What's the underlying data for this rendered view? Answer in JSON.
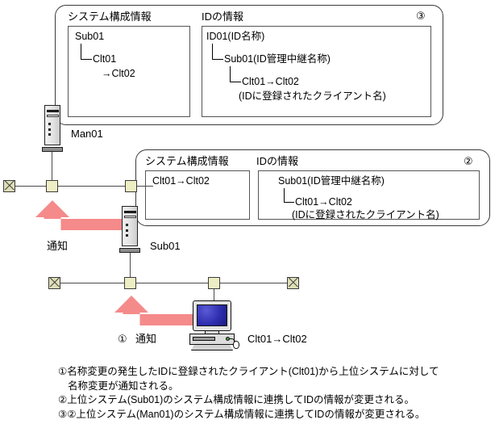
{
  "panels": [
    {
      "id": "panel-3",
      "number": "③",
      "columns": [
        {
          "title": "システム構成情報",
          "lines": [
            "Sub01",
            "Clt01",
            "→Clt02"
          ]
        },
        {
          "title": "IDの情報",
          "lines": [
            "ID01(ID名称)",
            "Sub01(ID管理中継名称)",
            "Clt01→Clt02",
            "(IDに登録されたクライアント名)"
          ]
        }
      ]
    },
    {
      "id": "panel-2",
      "number": "②",
      "columns": [
        {
          "title": "システム構成情報",
          "lines": [
            "Clt01→Clt02"
          ]
        },
        {
          "title": "IDの情報",
          "lines": [
            "Sub01(ID管理中継名称)",
            "Clt01→Clt02",
            "(IDに登録されたクライアント名)"
          ]
        }
      ]
    }
  ],
  "network": {
    "devices": [
      {
        "name": "Man01",
        "type": "tower-server-icon"
      },
      {
        "name": "Sub01",
        "type": "tower-server-icon"
      },
      {
        "name": "Clt01→Clt02",
        "type": "desktop-pc-icon"
      }
    ],
    "arrows": [
      {
        "label": "通知",
        "step": ""
      },
      {
        "label": "通知",
        "step": "①"
      }
    ],
    "colors": {
      "arrow": "#f58a8a",
      "node": "#eeeec4",
      "terminator": "#dedeb8",
      "line": "#4a4a4a",
      "screen": "#2e2eb0"
    }
  },
  "caption": {
    "lines": [
      "①名称変更の発生したIDに登録されたクライアント(Clt01)から上位システムに対して",
      "名称変更が通知される。",
      "②上位システム(Sub01)のシステム構成情報に連携してIDの情報が変更される。",
      "③②上位システム(Man01)のシステム構成情報に連携してIDの情報が変更される。"
    ]
  }
}
